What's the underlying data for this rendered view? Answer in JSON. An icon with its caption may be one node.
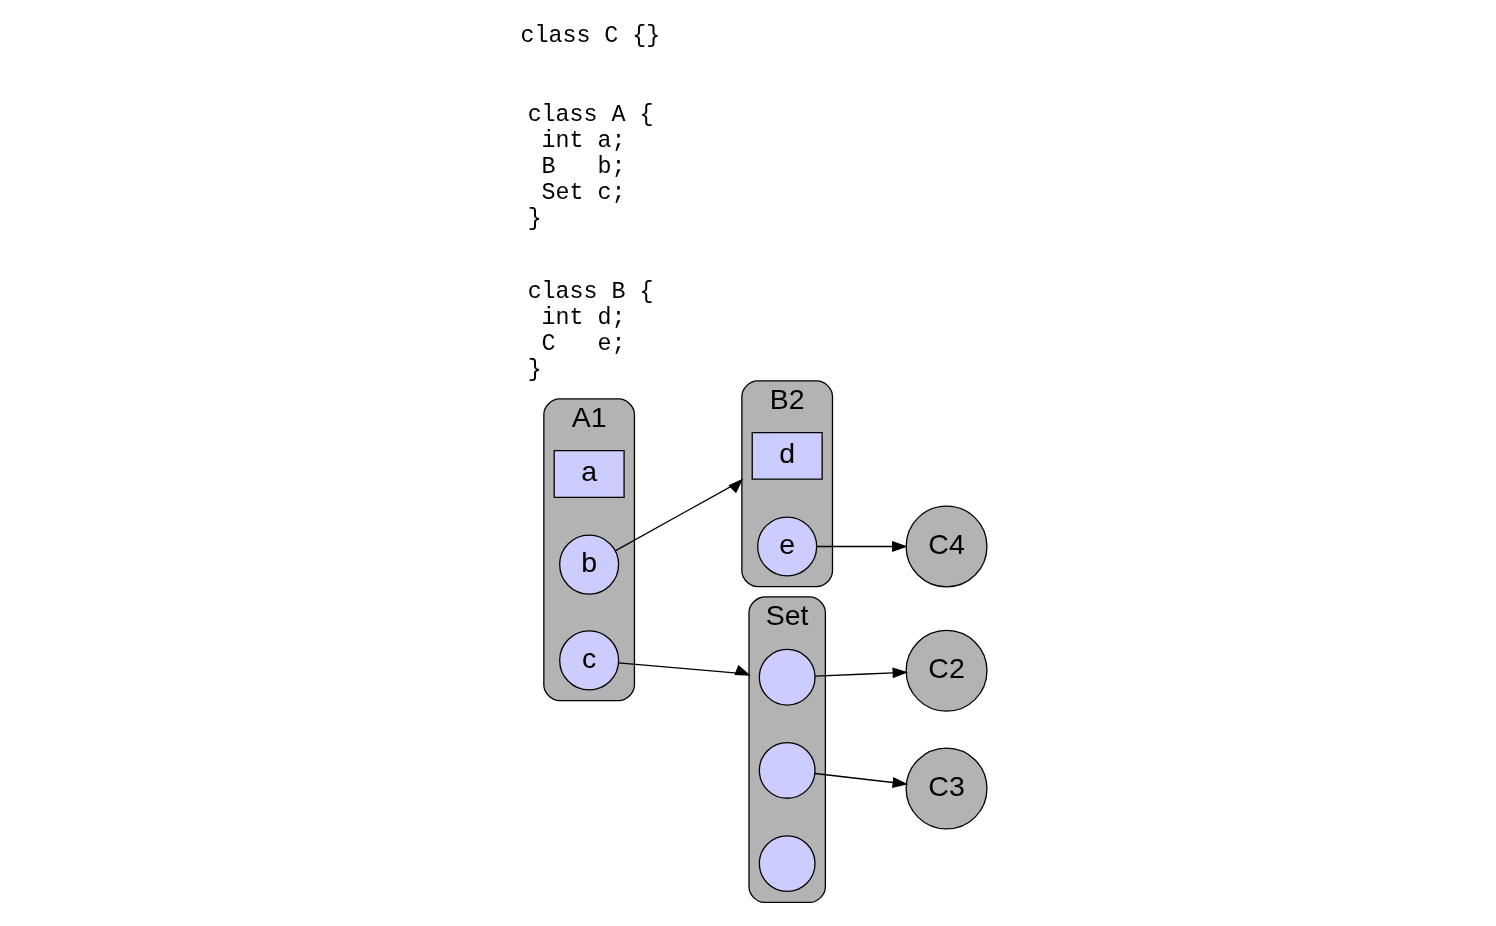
{
  "diagram": {
    "nodes": [
      {
        "text": [
          "A1"
        ]
      },
      {
        "text": [
          "a"
        ],
        "in": 0
      },
      {
        "text": [
          "b"
        ],
        "in": 0
      },
      {
        "text": [
          "c"
        ],
        "in": 0
      },
      {
        "text": [
          "B2"
        ]
      },
      {
        "text": [
          "d"
        ],
        "in": 4
      },
      {
        "text": [
          "e"
        ],
        "in": 4
      },
      {
        "text": [
          "Set"
        ]
      },
      {
        "text": [],
        "shape": "circle",
        "in": 7
      },
      {
        "text": [],
        "shape": "circle",
        "in": 7
      },
      {
        "text": [],
        "shape": "circle",
        "in": 7
      },
      {
        "text": [
          "C2"
        ]
      },
      {
        "text": [
          "C3"
        ]
      },
      {
        "text": [
          "C4"
        ]
      }
    ],
    "edges": [
      {
        "from": 2,
        "to": 4,
        "arrow": "to"
      },
      {
        "from": 3,
        "to": 7,
        "arrow": "to"
      },
      {
        "from": 6,
        "to": 13,
        "arrow": "to"
      },
      {
        "from": 8,
        "to": 11,
        "arrow": "to"
      },
      {
        "from": 9,
        "to": 12,
        "arrow": "to"
      }
    ],
    "labels": [
      "class B {",
      "int d;",
      "C   e;",
      "}",
      "class A {",
      "int a;",
      "B   b;",
      "Set c;",
      "}",
      "class C {}"
    ]
  }
}
